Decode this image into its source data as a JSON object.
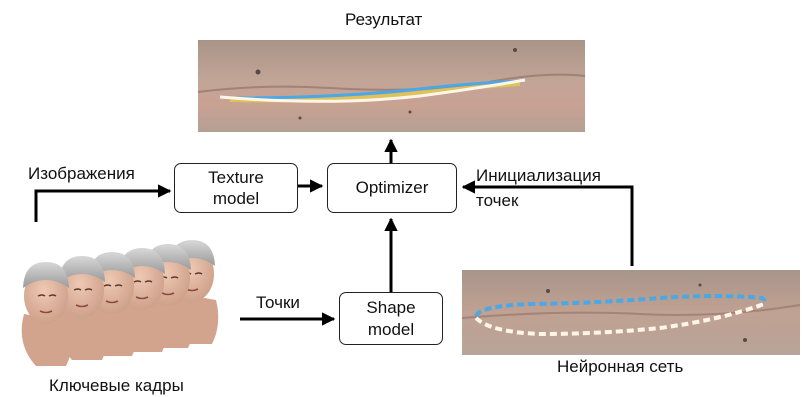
{
  "result": {
    "label": "Результат"
  },
  "texture": {
    "line1": "Texture",
    "line2": "model"
  },
  "optimizer": {
    "label": "Optimizer"
  },
  "shape": {
    "line1": "Shape",
    "line2": "model"
  },
  "inputs": {
    "images": "Изображения",
    "points": "Точки",
    "init_line1": "Инициализация",
    "init_line2": "точек"
  },
  "keyframes": {
    "label": "Ключевые кадры"
  },
  "network": {
    "label": "Нейронная сеть"
  },
  "colors": {
    "skin": "#b8a092",
    "contour_blue": "#4aa8e6",
    "contour_white": "#fff6e8",
    "contour_yellow": "#e0c25a",
    "arrow": "#000000"
  },
  "icons": [
    "face-head-icon",
    "arrow-icon"
  ]
}
